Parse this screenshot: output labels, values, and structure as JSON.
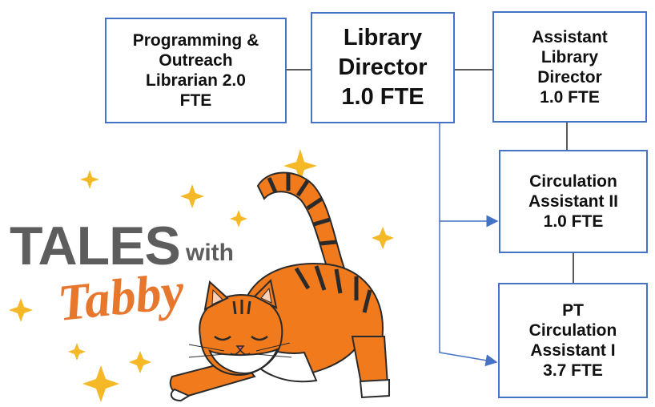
{
  "org_chart": {
    "director": "Library\nDirector\n1.0 FTE",
    "programming": "Programming &\nOutreach\nLibrarian 2.0\nFTE",
    "assistant_director": "Assistant\nLibrary\nDirector\n1.0 FTE",
    "circulation_assistant_2": "Circulation\nAssistant II\n1.0 FTE",
    "pt_circulation": "PT\nCirculation\nAssistant I\n3.7 FTE"
  },
  "logo": {
    "word_tales": "TALES",
    "word_with": "with",
    "word_tabby": "Tabby"
  },
  "colors": {
    "box_border": "#4472c4",
    "arrow": "#4472c4",
    "tales_gray": "#5d5d5d",
    "tabby_orange": "#e8772e",
    "sparkle_gold": "#f5b826",
    "cat_orange": "#f07a1c",
    "cat_stripe": "#2a2a2a"
  }
}
